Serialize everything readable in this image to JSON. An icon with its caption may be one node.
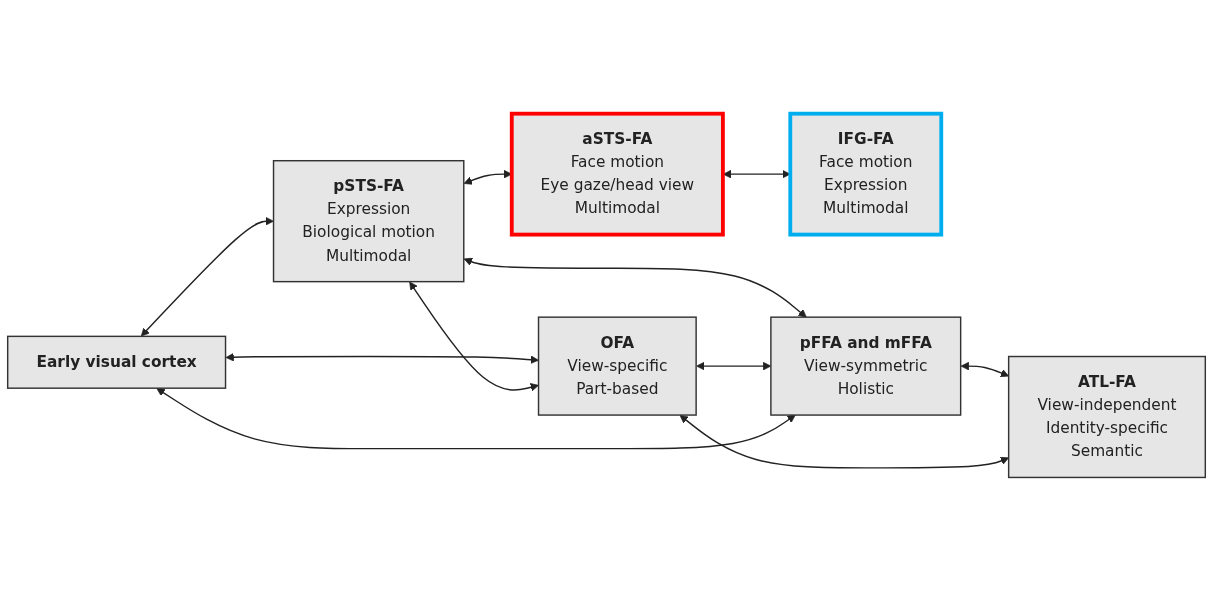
{
  "diagram": {
    "nodes": [
      {
        "text": [
          "pSTS-FA",
          "Expression",
          "Biological motion",
          "Multimodal"
        ]
      },
      {
        "text": [
          "aSTS-FA",
          "Face motion",
          "Eye gaze/head view",
          "Multimodal"
        ]
      },
      {
        "text": [
          "IFG-FA",
          "Face motion",
          "Expression",
          "Multimodal"
        ]
      },
      {
        "text": [
          "Early visual cortex"
        ]
      },
      {
        "text": [
          "OFA",
          "View-specific",
          "Part-based"
        ]
      },
      {
        "text": [
          "pFFA and mFFA",
          "View-symmetric",
          "Holistic"
        ]
      },
      {
        "text": [
          "ATL-FA",
          "View-independent",
          "Identity-specific",
          "Semantic"
        ]
      }
    ],
    "edges": [
      {
        "from": 3,
        "to": 0,
        "arrow": "both"
      },
      {
        "from": 3,
        "to": 4,
        "arrow": "both"
      },
      {
        "from": 0,
        "to": 1,
        "arrow": "both"
      },
      {
        "from": 1,
        "to": 2,
        "arrow": "both"
      },
      {
        "from": 0,
        "to": 4,
        "arrow": "both"
      },
      {
        "from": 0,
        "to": 5,
        "arrow": "both"
      },
      {
        "from": 4,
        "to": 5,
        "arrow": "both"
      },
      {
        "from": 5,
        "to": 6,
        "arrow": "both"
      },
      {
        "from": 4,
        "to": 6,
        "arrow": "both"
      },
      {
        "from": 3,
        "to": 5,
        "arrow": "both"
      }
    ]
  }
}
